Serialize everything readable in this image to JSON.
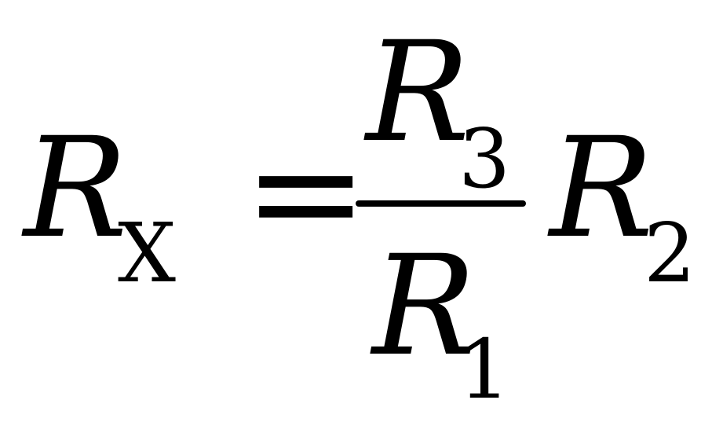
{
  "formula": {
    "lhs": {
      "symbol": "R",
      "subscript": "X"
    },
    "equals": "=",
    "numerator": {
      "symbol": "R",
      "subscript": "3"
    },
    "denominator": {
      "symbol": "R",
      "subscript": "1"
    },
    "factor": {
      "symbol": "R",
      "subscript": "2"
    }
  }
}
